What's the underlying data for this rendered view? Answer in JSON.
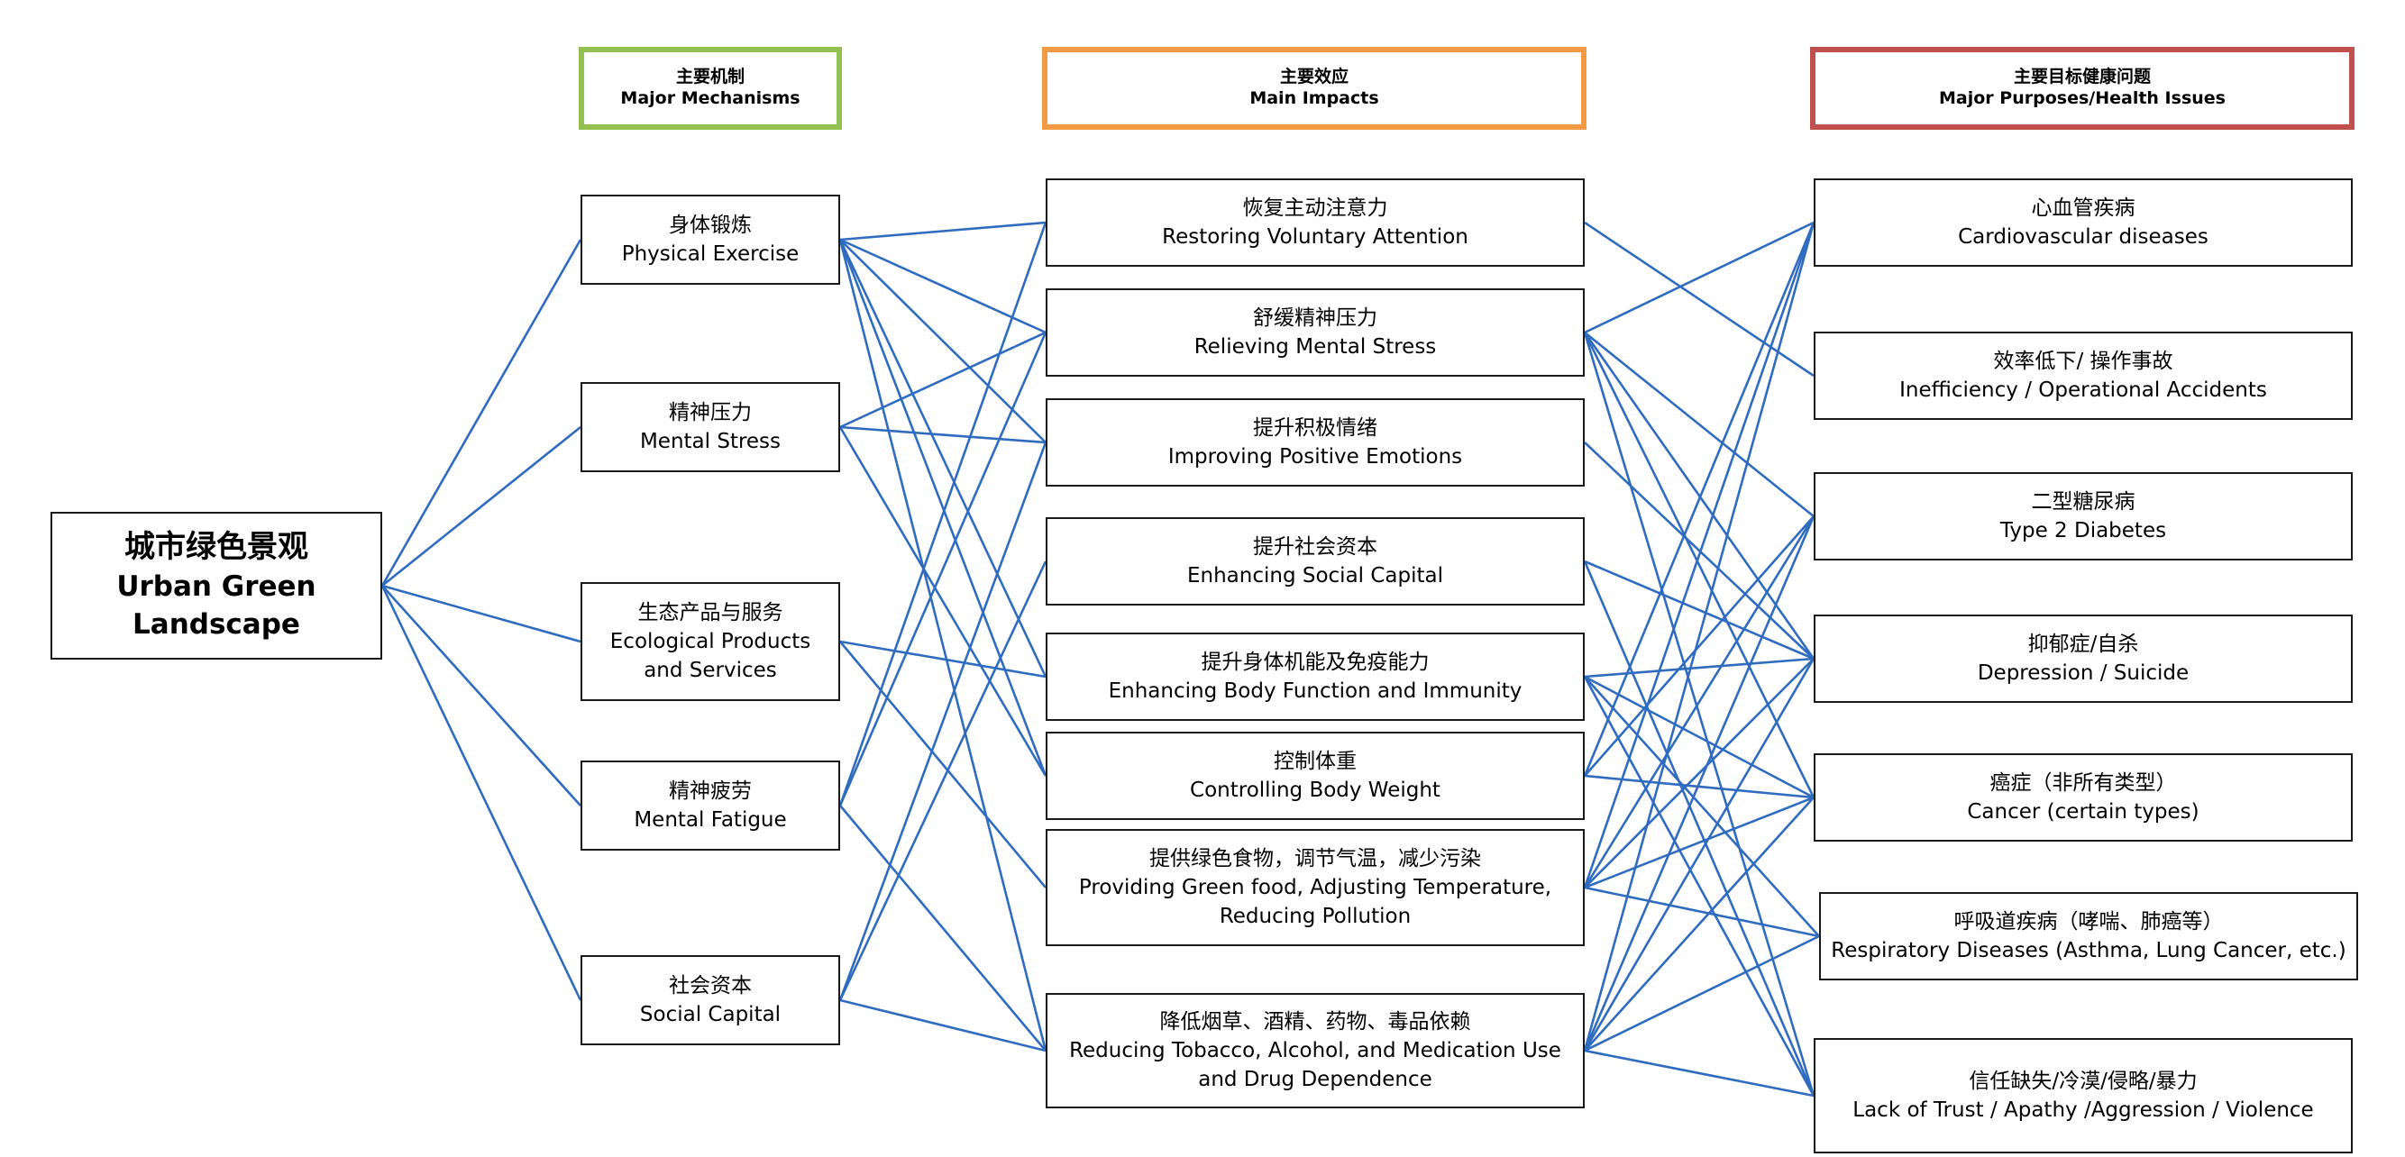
{
  "line_color": "#2f6cc0",
  "header_colors": {
    "mechanisms": "#92c050",
    "impacts": "#f29a44",
    "purposes": "#c0504d"
  },
  "headers": {
    "mechanisms": {
      "zh": "主要机制",
      "en": "Major Mechanisms"
    },
    "impacts": {
      "zh": "主要效应",
      "en": "Main Impacts"
    },
    "purposes": {
      "zh": "主要目标健康问题",
      "en": "Major Purposes/Health Issues"
    }
  },
  "root": {
    "zh": "城市绿色景观",
    "en1": "Urban Green",
    "en2": "Landscape"
  },
  "mechanisms": [
    {
      "zh": "身体锻炼",
      "en": "Physical Exercise"
    },
    {
      "zh": "精神压力",
      "en": "Mental Stress"
    },
    {
      "zh": "生态产品与服务",
      "en": "Ecological Products",
      "en2": "and Services"
    },
    {
      "zh": "精神疲劳",
      "en": "Mental Fatigue"
    },
    {
      "zh": "社会资本",
      "en": "Social Capital"
    }
  ],
  "impacts": [
    {
      "zh": "恢复主动注意力",
      "en": "Restoring Voluntary Attention"
    },
    {
      "zh": "舒缓精神压力",
      "en": "Relieving Mental Stress"
    },
    {
      "zh": "提升积极情绪",
      "en": "Improving Positive Emotions"
    },
    {
      "zh": "提升社会资本",
      "en": "Enhancing Social Capital"
    },
    {
      "zh": "提升身体机能及免疫能力",
      "en": "Enhancing Body Function and Immunity"
    },
    {
      "zh": "控制体重",
      "en": "Controlling Body Weight"
    },
    {
      "zh": "提供绿色食物，调节气温，减少污染",
      "en": "Providing Green food, Adjusting Temperature,",
      "en2": "Reducing Pollution"
    },
    {
      "zh": "降低烟草、酒精、药物、毒品依赖",
      "en": "Reducing Tobacco, Alcohol, and Medication Use",
      "en2": "and Drug Dependence"
    }
  ],
  "purposes": [
    {
      "zh": "心血管疾病",
      "en": "Cardiovascular diseases"
    },
    {
      "zh": "效率低下/ 操作事故",
      "en": "Inefficiency / Operational Accidents"
    },
    {
      "zh": "二型糖尿病",
      "en": "Type 2 Diabetes"
    },
    {
      "zh": "抑郁症/自杀",
      "en": "Depression / Suicide"
    },
    {
      "zh": "癌症（非所有类型）",
      "en": "Cancer (certain types)"
    },
    {
      "zh": "呼吸道疾病（哮喘、肺癌等）",
      "en": "Respiratory Diseases (Asthma, Lung Cancer, etc.)"
    },
    {
      "zh": "信任缺失/冷漠/侵略/暴力",
      "en": "Lack of Trust / Apathy /Aggression / Violence"
    }
  ],
  "links": {
    "mechanism_to_impact": [
      [
        0,
        0
      ],
      [
        0,
        1
      ],
      [
        0,
        2
      ],
      [
        0,
        4
      ],
      [
        0,
        5
      ],
      [
        0,
        7
      ],
      [
        1,
        1
      ],
      [
        1,
        2
      ],
      [
        1,
        5
      ],
      [
        2,
        4
      ],
      [
        2,
        6
      ],
      [
        3,
        0
      ],
      [
        3,
        1
      ],
      [
        3,
        7
      ],
      [
        4,
        2
      ],
      [
        4,
        3
      ],
      [
        4,
        7
      ]
    ],
    "impact_to_purpose": [
      [
        0,
        1
      ],
      [
        1,
        0
      ],
      [
        1,
        2
      ],
      [
        1,
        3
      ],
      [
        1,
        4
      ],
      [
        1,
        6
      ],
      [
        2,
        3
      ],
      [
        3,
        3
      ],
      [
        3,
        6
      ],
      [
        4,
        3
      ],
      [
        4,
        4
      ],
      [
        4,
        5
      ],
      [
        4,
        6
      ],
      [
        5,
        0
      ],
      [
        5,
        2
      ],
      [
        5,
        4
      ],
      [
        6,
        0
      ],
      [
        6,
        2
      ],
      [
        6,
        3
      ],
      [
        6,
        4
      ],
      [
        6,
        5
      ],
      [
        7,
        0
      ],
      [
        7,
        2
      ],
      [
        7,
        3
      ],
      [
        7,
        4
      ],
      [
        7,
        5
      ],
      [
        7,
        6
      ]
    ]
  }
}
